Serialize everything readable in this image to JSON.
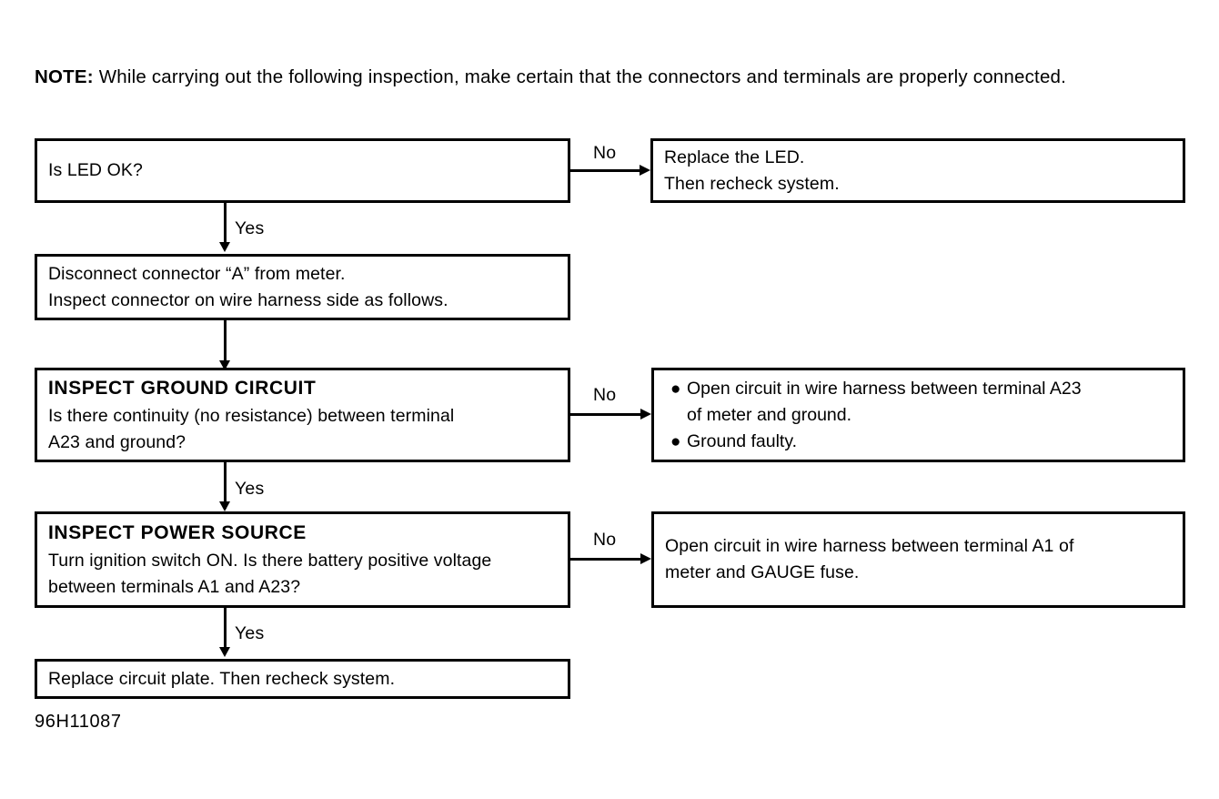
{
  "note": {
    "label": "NOTE:",
    "text": "While carrying out the following inspection, make certain that the connectors and terminals are properly connected."
  },
  "flowchart": {
    "type": "diagnostic-flowchart",
    "nodes": [
      {
        "id": "is-led-ok",
        "heading": "",
        "lines": [
          "Is LED OK?"
        ]
      },
      {
        "id": "replace-led",
        "heading": "",
        "lines": [
          "Replace the LED.",
          "Then recheck system."
        ]
      },
      {
        "id": "disconnect-connector",
        "heading": "",
        "lines": [
          "Disconnect connector “A” from meter.",
          "Inspect connector on wire harness side as follows."
        ]
      },
      {
        "id": "inspect-ground-circuit",
        "heading": "INSPECT GROUND CIRCUIT",
        "lines": [
          "Is there continuity (no resistance) between terminal",
          "A23 and ground?"
        ]
      },
      {
        "id": "ground-faults",
        "heading": "",
        "bullets": [
          "Open circuit in wire harness between terminal A23\nof meter and ground.",
          "Ground faulty."
        ]
      },
      {
        "id": "inspect-power-source",
        "heading": "INSPECT POWER SOURCE",
        "lines": [
          "Turn ignition switch ON. Is there battery positive voltage",
          "between terminals A1 and A23?"
        ]
      },
      {
        "id": "power-fault",
        "heading": "",
        "lines": [
          "Open circuit in wire harness between terminal A1 of",
          "meter and GAUGE fuse."
        ]
      },
      {
        "id": "replace-circuit-plate",
        "heading": "",
        "lines": [
          "Replace circuit plate. Then recheck system."
        ]
      }
    ],
    "edges": {
      "no_1": "No",
      "yes_1": "Yes",
      "no_2": "No",
      "yes_2": "Yes",
      "no_3": "No",
      "yes_3": "Yes"
    }
  },
  "figure_id": "96H11087",
  "colors": {
    "ink": "#000000",
    "paper": "#ffffff"
  }
}
